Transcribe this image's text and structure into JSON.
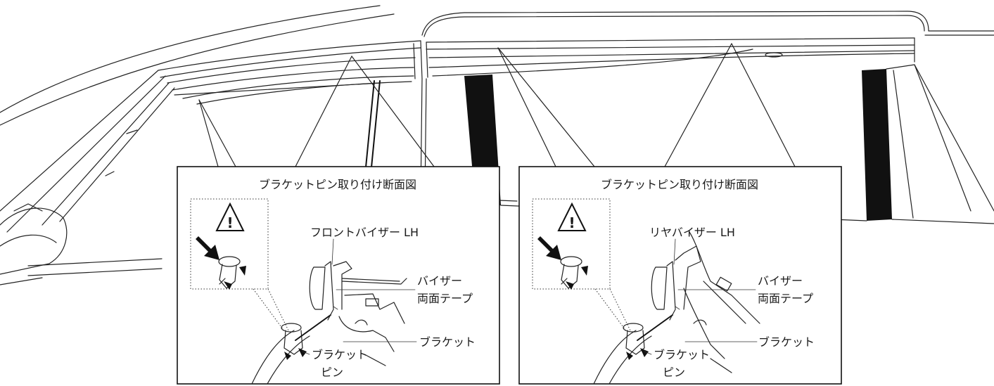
{
  "panels": [
    {
      "title": "ブラケットピン取り付け断面図",
      "visor_label": "フロントバイザー LH",
      "tape_line1": "バイザー",
      "tape_line2": "両面テープ",
      "bracket_label": "ブラケット",
      "pin_line1": "ブラケット",
      "pin_line2": "ピン"
    },
    {
      "title": "ブラケットピン取り付け断面図",
      "visor_label": "リヤバイザー LH",
      "tape_line1": "バイザー",
      "tape_line2": "両面テープ",
      "bracket_label": "ブラケット",
      "pin_line1": "ブラケット",
      "pin_line2": "ピン"
    }
  ],
  "warning_symbol": "!",
  "icons": [
    "warning-triangle-icon",
    "push-arrow-icon"
  ]
}
